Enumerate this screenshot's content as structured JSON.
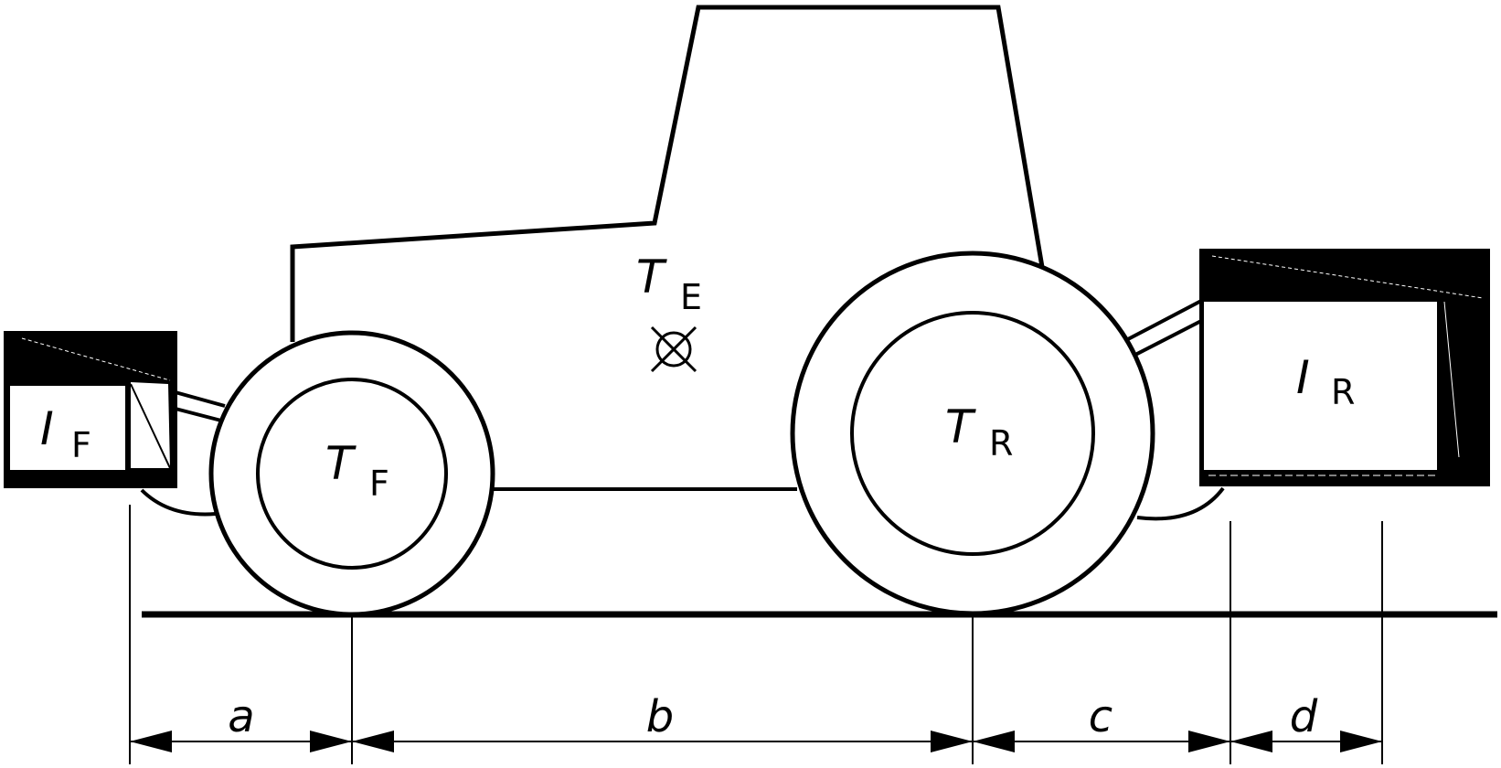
{
  "labels": {
    "front_ballast_symbol": "I",
    "front_ballast_sub": "F",
    "rear_ballast_symbol": "I",
    "rear_ballast_sub": "R",
    "front_axle_symbol": "T",
    "front_axle_sub": "F",
    "rear_axle_symbol": "T",
    "rear_axle_sub": "R",
    "cog_symbol": "T",
    "cog_sub": "E"
  },
  "dimensions": [
    "a",
    "b",
    "c",
    "d"
  ],
  "colors": {
    "line": "#000000",
    "background": "#ffffff"
  }
}
